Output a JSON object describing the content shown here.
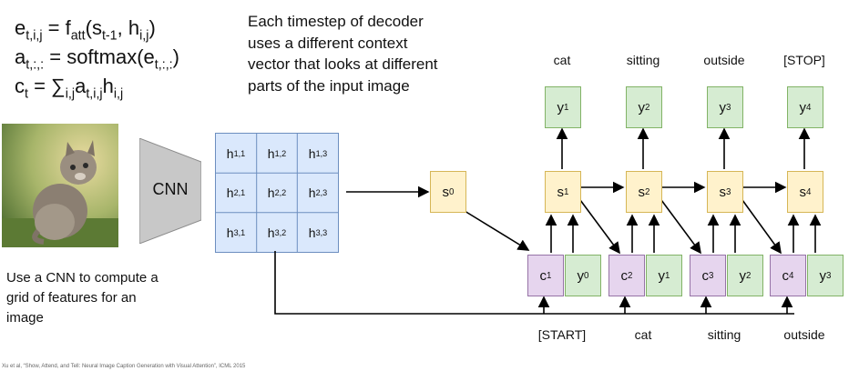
{
  "equations": {
    "e_lhs": "e",
    "e_lhs_sub": "t,i,j",
    "e_eq": " = f",
    "e_f_sub": "att",
    "e_open": "(s",
    "e_s_sub": "t-1",
    "e_mid": ", h",
    "e_h_sub": "i,j",
    "e_close": ")",
    "a_lhs": "a",
    "a_lhs_sub": "t,:,:",
    "a_eq": " = softmax(e",
    "a_e_sub": "t,:,:",
    "a_close": ")",
    "c_lhs": "c",
    "c_lhs_sub": "t",
    "c_eq": " = ∑",
    "c_sum_sub": "i,j",
    "c_a": "a",
    "c_a_sub": "t,i,j",
    "c_h": "h",
    "c_h_sub": "i,j"
  },
  "description": "Each timestep of decoder\nuses a different context\nvector that looks at different\nparts of the input image",
  "cnn_label": "CNN",
  "cnn_caption": "Use a CNN to compute a\ngrid of features for an\nimage",
  "grid": [
    [
      {
        "b": "h",
        "s": "1,1"
      },
      {
        "b": "h",
        "s": "1,2"
      },
      {
        "b": "h",
        "s": "1,3"
      }
    ],
    [
      {
        "b": "h",
        "s": "2,1"
      },
      {
        "b": "h",
        "s": "2,2"
      },
      {
        "b": "h",
        "s": "2,3"
      }
    ],
    [
      {
        "b": "h",
        "s": "3,1"
      },
      {
        "b": "h",
        "s": "3,2"
      },
      {
        "b": "h",
        "s": "3,3"
      }
    ]
  ],
  "s0": {
    "b": "s",
    "s": "0"
  },
  "steps": [
    {
      "out_word": "cat",
      "y": {
        "b": "y",
        "s": "1"
      },
      "s": {
        "b": "s",
        "s": "1"
      },
      "c": {
        "b": "c",
        "s": "1"
      },
      "yin": {
        "b": "y",
        "s": "0"
      },
      "in_word": "[START]"
    },
    {
      "out_word": "sitting",
      "y": {
        "b": "y",
        "s": "2"
      },
      "s": {
        "b": "s",
        "s": "2"
      },
      "c": {
        "b": "c",
        "s": "2"
      },
      "yin": {
        "b": "y",
        "s": "1"
      },
      "in_word": "cat"
    },
    {
      "out_word": "outside",
      "y": {
        "b": "y",
        "s": "3"
      },
      "s": {
        "b": "s",
        "s": "3"
      },
      "c": {
        "b": "c",
        "s": "3"
      },
      "yin": {
        "b": "y",
        "s": "2"
      },
      "in_word": "sitting"
    },
    {
      "out_word": "[STOP]",
      "y": {
        "b": "y",
        "s": "4"
      },
      "s": {
        "b": "s",
        "s": "4"
      },
      "c": {
        "b": "c",
        "s": "4"
      },
      "yin": {
        "b": "y",
        "s": "3"
      },
      "in_word": "outside"
    }
  ],
  "footnote": "Xu et al, “Show, Attend, and Tell: Neural Image Caption Generation with Visual Attention”, ICML 2015",
  "colors": {
    "y_fill": "#d6ecd2",
    "s_fill": "#fff2cc",
    "c_fill": "#e6d5ee",
    "grid_fill": "#dae8fc",
    "cnn_fill": "#c8c8c8"
  }
}
